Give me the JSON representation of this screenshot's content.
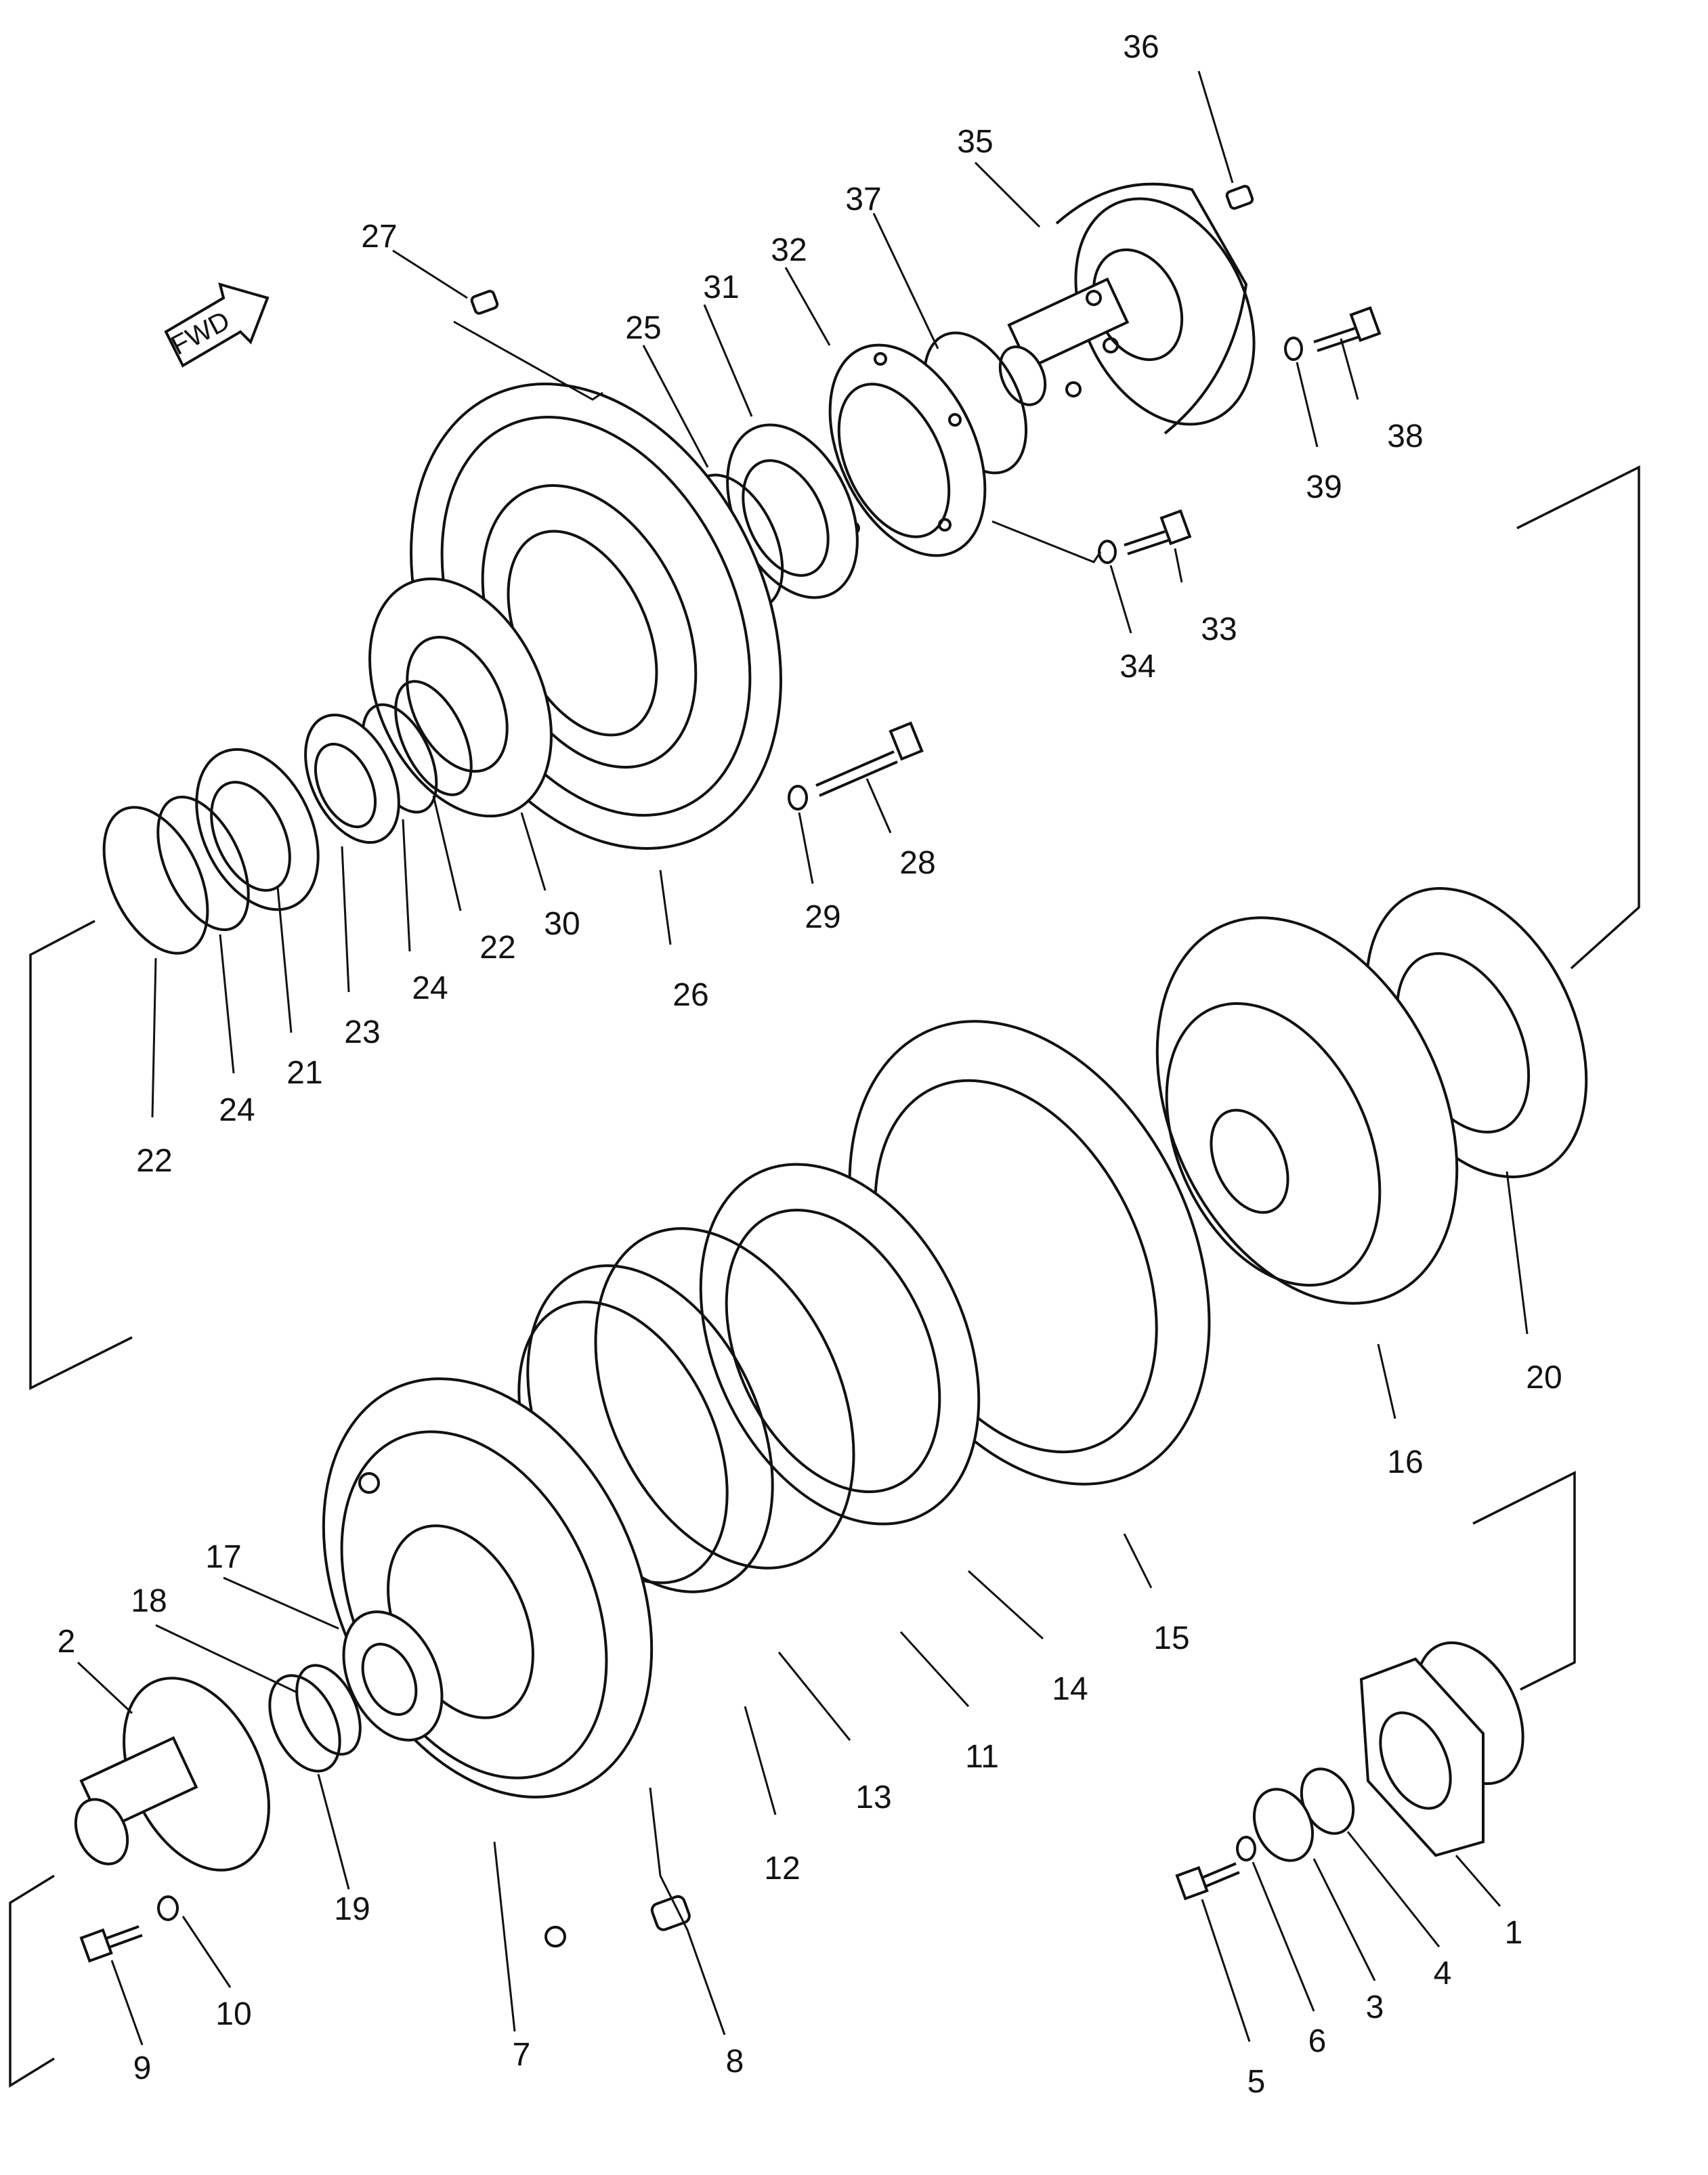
{
  "fwd_label": "FWD",
  "callouts": {
    "p1": "1",
    "p2": "2",
    "p3": "3",
    "p4": "4",
    "p5": "5",
    "p6": "6",
    "p7": "7",
    "p8": "8",
    "p9": "9",
    "p10": "10",
    "p11": "11",
    "p12": "12",
    "p13": "13",
    "p14": "14",
    "p15": "15",
    "p16": "16",
    "p17": "17",
    "p18": "18",
    "p19": "19",
    "p20": "20",
    "p21": "21",
    "p22a": "22",
    "p22b": "22",
    "p23": "23",
    "p24a": "24",
    "p24b": "24",
    "p25": "25",
    "p26": "26",
    "p27": "27",
    "p28": "28",
    "p29": "29",
    "p30": "30",
    "p31": "31",
    "p32": "32",
    "p33": "33",
    "p34": "34",
    "p35": "35",
    "p36": "36",
    "p37": "37",
    "p38": "38",
    "p39": "39"
  }
}
